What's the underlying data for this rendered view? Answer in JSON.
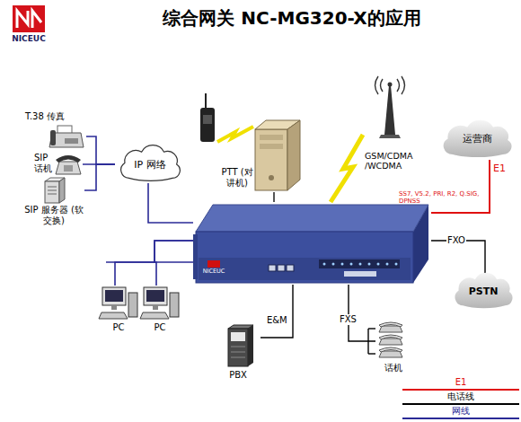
{
  "diagram": {
    "title": "综合网关 NC-MG320-X的应用",
    "nodes": [
      {
        "text": [
          "T.38 传真"
        ]
      },
      {
        "text": [
          "SIP 话机"
        ]
      },
      {
        "text": [
          "SIP 服务器 (软交换)"
        ]
      },
      {
        "text": [
          "IP 网络"
        ]
      },
      {
        "text": [
          "PTT (对讲机)"
        ]
      },
      {
        "text": [
          "GSM/CDMA /WCDMA"
        ]
      },
      {
        "text": [
          "运营商"
        ]
      },
      {
        "text": [
          "NICEUC"
        ]
      },
      {
        "text": [
          "PSTN"
        ]
      },
      {
        "text": [
          "PC"
        ]
      },
      {
        "text": [
          "PC"
        ]
      },
      {
        "text": [
          "PBX"
        ]
      },
      {
        "text": [
          "话机"
        ]
      }
    ],
    "edges": [
      {
        "from": 0,
        "to": 3,
        "arrow": "none"
      },
      {
        "from": 1,
        "to": 3,
        "arrow": "none"
      },
      {
        "from": 2,
        "to": 3,
        "arrow": "none"
      },
      {
        "from": 3,
        "to": 7,
        "arrow": "none"
      },
      {
        "from": 4,
        "to": 7,
        "arrow": "none"
      },
      {
        "from": 5,
        "to": 7,
        "arrow": "none"
      },
      {
        "from": 6,
        "to": 7,
        "label": "E1",
        "arrow": "none"
      },
      {
        "from": 7,
        "to": 8,
        "label": "FXO",
        "arrow": "none"
      },
      {
        "from": 7,
        "to": 9,
        "arrow": "none"
      },
      {
        "from": 7,
        "to": 10,
        "arrow": "none"
      },
      {
        "from": 7,
        "to": 11,
        "label": "E&M",
        "arrow": "none"
      },
      {
        "from": 7,
        "to": 12,
        "label": "FXS",
        "arrow": "none"
      }
    ],
    "labels": [
      "NICEUC",
      "SS7, V5.2, PRI, R2, Q.SIG, DPNSS"
    ],
    "legend": [
      {
        "text": "E1"
      },
      {
        "text": "电话线"
      },
      {
        "text": "网线"
      }
    ]
  }
}
